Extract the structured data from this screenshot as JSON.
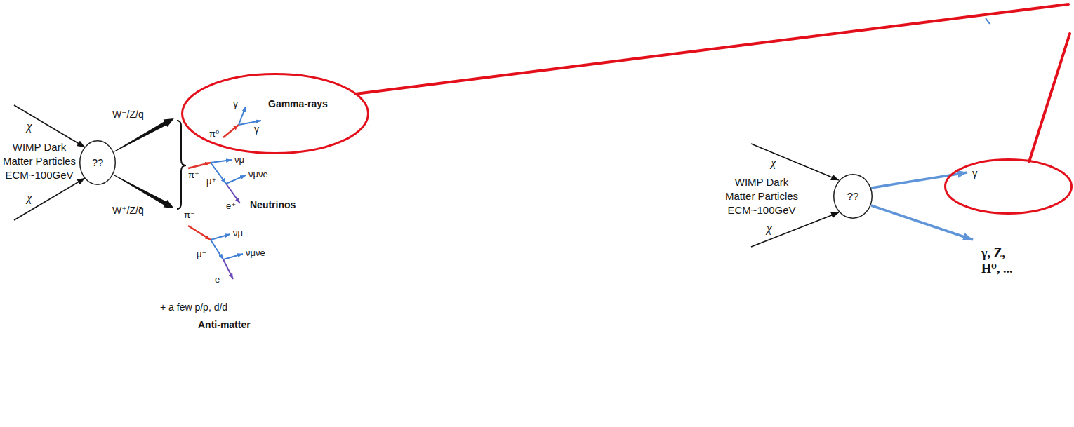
{
  "diagram": {
    "nodes": [
      {
        "text": [
          "Gamma-rays",
          "γ",
          "γ",
          "π⁰"
        ]
      },
      {
        "text": [
          "??"
        ]
      },
      {
        "text": [
          "γ"
        ]
      },
      {
        "text": [
          "??"
        ]
      }
    ],
    "labels": [
      "χ",
      "χ",
      "WIMP Dark Matter Particles",
      "ECM~100GeV",
      "W⁻/Z/q",
      "W⁺/Z/q̄",
      "π⁺",
      "νμ",
      "μ⁺",
      "νμνe",
      "e⁺",
      "Neutrinos",
      "π⁻",
      "νμ",
      "μ⁻",
      "νμνe",
      "e⁻",
      "+ a few p/p̄, d/d̄",
      "Anti-matter",
      "χ",
      "χ",
      "WIMP Dark Matter Particles",
      "ECM~100GeV",
      "γ, Z, H⁰, ..."
    ]
  }
}
